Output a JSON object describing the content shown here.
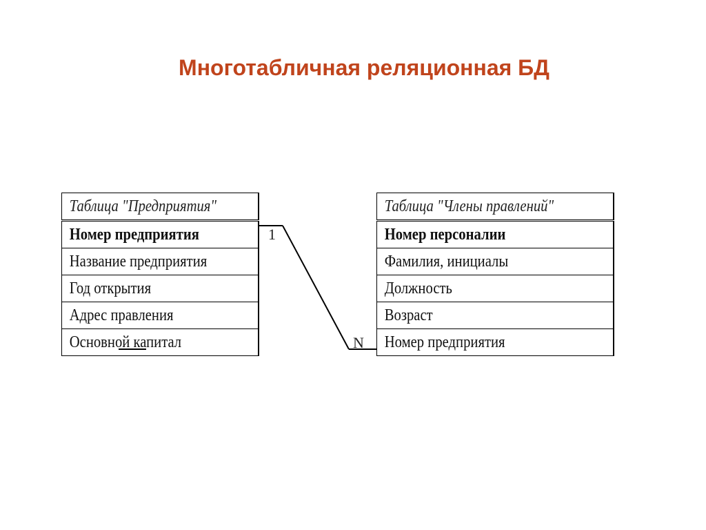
{
  "title": "Многотабличная реляционная БД",
  "colors": {
    "title": "#c0441c",
    "lines": "#000000"
  },
  "tables": [
    {
      "caption": "Таблица \"Предприятия\"",
      "key_field": "Номер предприятия",
      "fields": [
        "Название предприятия",
        "Год открытия",
        "Адрес правления",
        "Основной капитал"
      ]
    },
    {
      "caption": "Таблица \"Члены правлений\"",
      "key_field": "Номер персоналии",
      "fields": [
        "Фамилия, инициалы",
        "Должность",
        "Возраст",
        "Номер предприятия"
      ]
    }
  ],
  "relationship": {
    "one": "1",
    "many": "N"
  }
}
